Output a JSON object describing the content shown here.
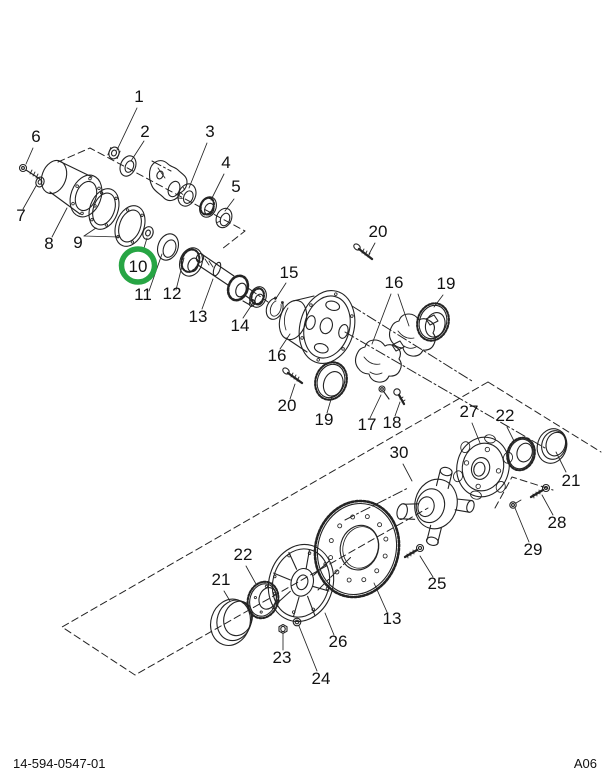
{
  "document": {
    "drawing_number": "14-594-0547-01",
    "page_code": "A06"
  },
  "highlight": {
    "circled_label": "10",
    "color": "#27a544"
  },
  "callouts": {
    "1": "1",
    "2": "2",
    "3": "3",
    "4": "4",
    "5": "5",
    "6": "6",
    "7": "7",
    "8": "8",
    "9": "9",
    "10": "10",
    "11": "11",
    "12": "12",
    "13": "13",
    "14": "14",
    "15": "15",
    "16": "16",
    "17": "17",
    "18": "18",
    "19": "19",
    "20": "20",
    "21": "21",
    "22": "22",
    "23": "23",
    "24": "24",
    "25": "25",
    "26": "26",
    "27": "27",
    "28": "28",
    "29": "29",
    "30": "30"
  }
}
